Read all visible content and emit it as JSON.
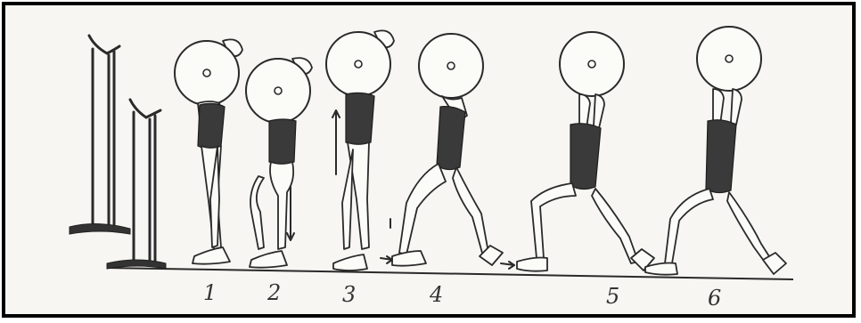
{
  "figure": {
    "frame_count": 6,
    "frame_labels": [
      "1",
      "2",
      "3",
      "4",
      "5",
      "6"
    ],
    "colors": {
      "background": "#f7f6f2",
      "ink": "#2a2a2a",
      "suit": "#3a3a3a",
      "border": "#000000"
    }
  }
}
